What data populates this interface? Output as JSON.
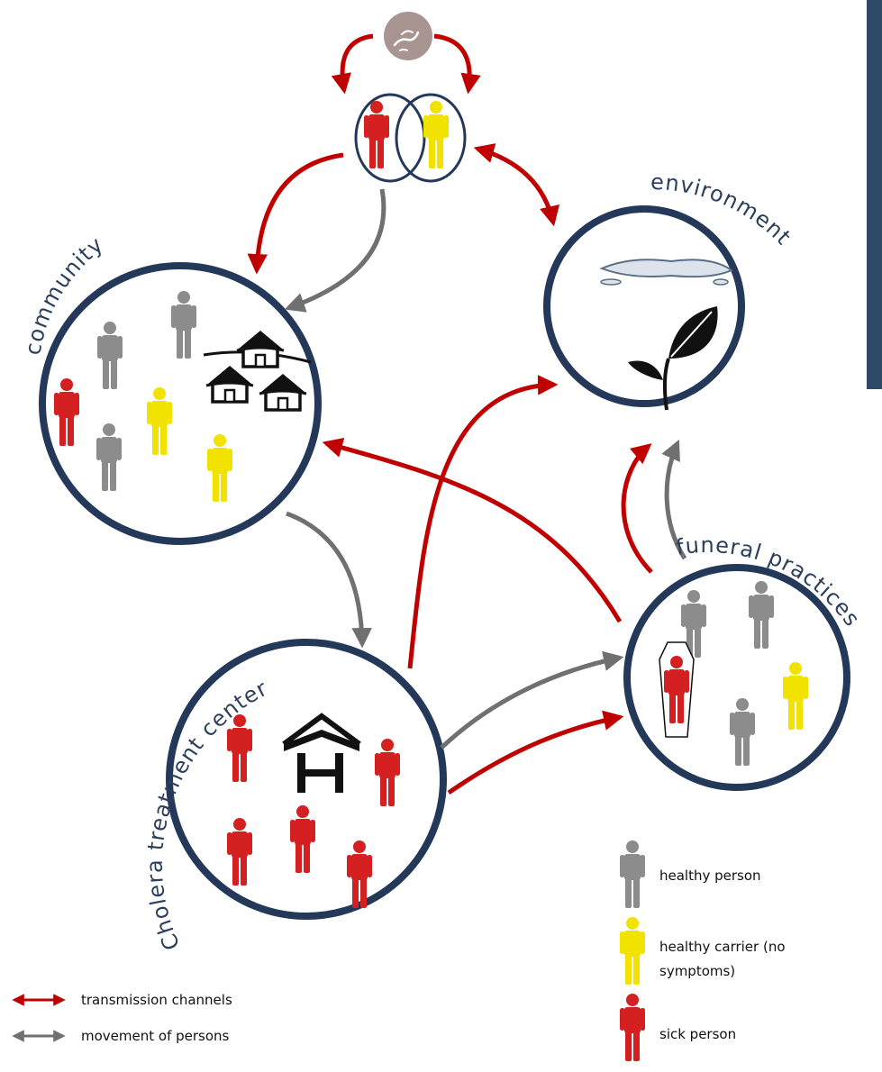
{
  "labels": {
    "community": "community",
    "environment": "environment",
    "funeral": "funeral practices",
    "treatment": "Cholera treatment center"
  },
  "legend": {
    "transmission": "transmission channels",
    "movement": "movement of persons",
    "healthy": "healthy person",
    "carrier_line1": "healthy carrier (no",
    "carrier_line2": "symptoms)",
    "sick": "sick person"
  },
  "colors": {
    "transmission": "#c00000",
    "movement": "#707070",
    "healthy": "#8c8c8c",
    "carrier": "#f2e200",
    "sick": "#d42020",
    "circle_border": "#24395a",
    "side_bar": "#2d4a68"
  },
  "icons": [
    "bacteria-icon",
    "huts-icon",
    "hospital-icon",
    "water-puddle-icon",
    "leaf-icon",
    "coffin-icon"
  ]
}
